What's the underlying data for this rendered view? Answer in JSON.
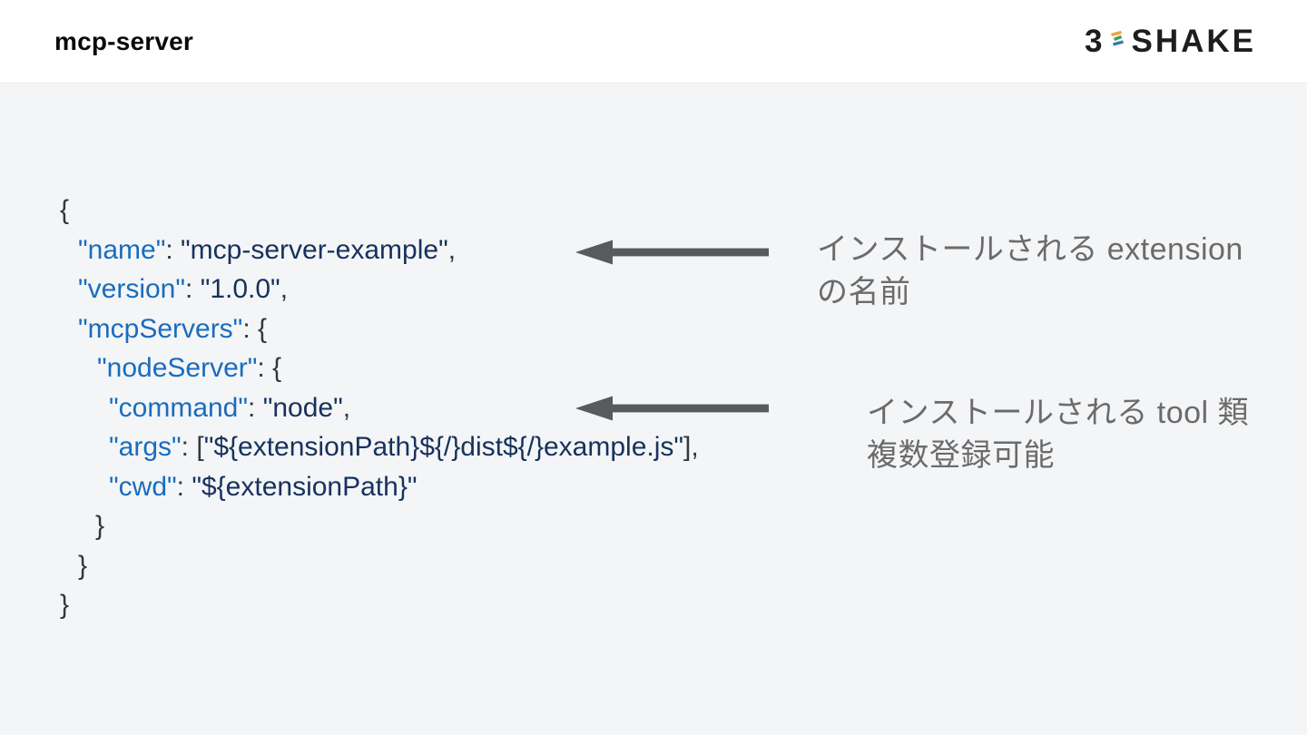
{
  "header": {
    "title": "mcp-server",
    "logo": {
      "prefix": "3",
      "suffix": "SHAKE"
    }
  },
  "colors": {
    "key": "#1a6cbe",
    "string": "#16325c",
    "punctuation": "#34373c",
    "arrow": "#595a5c",
    "annotation": "#6b6b6b",
    "body_bg": "#f4f5f7",
    "header_bg": "#ffffff",
    "logo_mark_orange": "#f0a43c",
    "logo_mark_green": "#4c9a57",
    "logo_mark_blue": "#2d7db3"
  },
  "code": {
    "lines": [
      {
        "indent": 0,
        "segments": [
          {
            "c": "pun",
            "t": "{"
          }
        ]
      },
      {
        "indent": 20,
        "segments": [
          {
            "c": "key",
            "t": "\"name\""
          },
          {
            "c": "pun",
            "t": ": "
          },
          {
            "c": "str",
            "t": "\"mcp-server-example\""
          },
          {
            "c": "pun",
            "t": ","
          }
        ]
      },
      {
        "indent": 20,
        "segments": [
          {
            "c": "key",
            "t": "\"version\""
          },
          {
            "c": "pun",
            "t": ": "
          },
          {
            "c": "str",
            "t": "\"1.0.0\""
          },
          {
            "c": "pun",
            "t": ","
          }
        ]
      },
      {
        "indent": 20,
        "segments": [
          {
            "c": "key",
            "t": "\"mcpServers\""
          },
          {
            "c": "pun",
            "t": ": {"
          }
        ]
      },
      {
        "indent": 41,
        "segments": [
          {
            "c": "key",
            "t": "\"nodeServer\""
          },
          {
            "c": "pun",
            "t": ": {"
          }
        ]
      },
      {
        "indent": 54,
        "segments": [
          {
            "c": "key",
            "t": "\"command\""
          },
          {
            "c": "pun",
            "t": ": "
          },
          {
            "c": "str",
            "t": "\"node\""
          },
          {
            "c": "pun",
            "t": ","
          }
        ]
      },
      {
        "indent": 54,
        "segments": [
          {
            "c": "key",
            "t": "\"args\""
          },
          {
            "c": "pun",
            "t": ": ["
          },
          {
            "c": "str",
            "t": "\"${extensionPath}${/}dist${/}example.js\""
          },
          {
            "c": "pun",
            "t": "],"
          }
        ]
      },
      {
        "indent": 54,
        "segments": [
          {
            "c": "key",
            "t": "\"cwd\""
          },
          {
            "c": "pun",
            "t": ": "
          },
          {
            "c": "str",
            "t": "\"${extensionPath}\""
          }
        ]
      },
      {
        "indent": 39,
        "segments": [
          {
            "c": "pun",
            "t": "}"
          }
        ]
      },
      {
        "indent": 20,
        "segments": [
          {
            "c": "pun",
            "t": "}"
          }
        ]
      },
      {
        "indent": 0,
        "segments": [
          {
            "c": "pun",
            "t": "}"
          }
        ]
      }
    ]
  },
  "annotations": [
    {
      "lines": [
        "インストールされる extension",
        "の名前"
      ]
    },
    {
      "lines": [
        "インストールされる tool 類",
        "複数登録可能"
      ]
    }
  ]
}
